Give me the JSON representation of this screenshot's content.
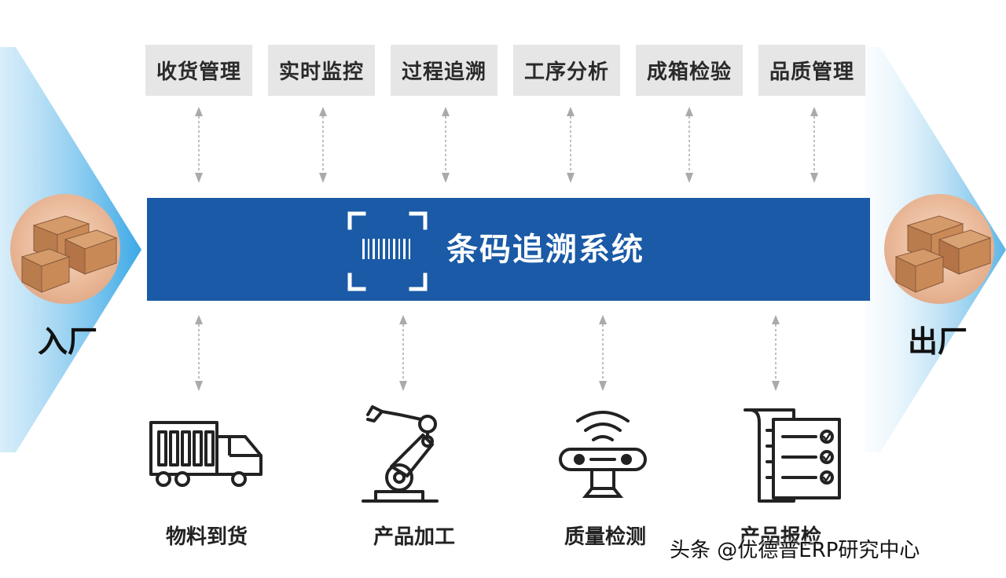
{
  "top_modules": [
    "收货管理",
    "实时监控",
    "过程追溯",
    "工序分析",
    "成箱检验",
    "品质管理"
  ],
  "system": {
    "title": "条码追溯系统"
  },
  "sides": {
    "entry": "入厂",
    "exit": "出厂"
  },
  "steps": [
    {
      "label": "物料到货",
      "icon": "truck-icon"
    },
    {
      "label": "产品加工",
      "icon": "robot-arm-icon"
    },
    {
      "label": "质量检测",
      "icon": "scanner-icon"
    },
    {
      "label": "产品报检",
      "icon": "checklist-icon"
    }
  ],
  "watermark": "头条 @优德普ERP研究中心",
  "colors": {
    "banner": "#1a5aa6",
    "module_box": "#e6e6e6",
    "chevron": "#5ab4e6",
    "arrow": "#aaaaaa"
  }
}
